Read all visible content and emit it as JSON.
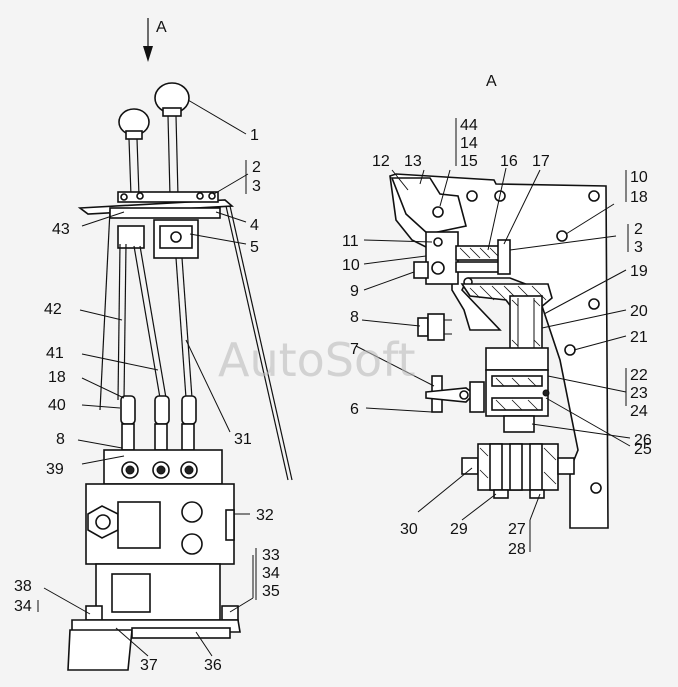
{
  "view_arrow_label": "A",
  "section_title": "A",
  "watermark": "AutoSoft",
  "left_callouts": [
    "1",
    "2",
    "3",
    "4",
    "5",
    "43",
    "42",
    "41",
    "18",
    "40",
    "31",
    "8",
    "39",
    "32",
    "33",
    "34",
    "35",
    "38",
    "34",
    "37",
    "36"
  ],
  "right_callouts": [
    "44",
    "14",
    "15",
    "12",
    "13",
    "16",
    "17",
    "10",
    "18",
    "11",
    "2",
    "3",
    "10",
    "9",
    "19",
    "20",
    "8",
    "21",
    "7",
    "22",
    "23",
    "24",
    "6",
    "25",
    "26",
    "30",
    "29",
    "27",
    "28"
  ],
  "labels": {
    "l1": "1",
    "l2": "2",
    "l3": "3",
    "l4": "4",
    "l5": "5",
    "l43": "43",
    "l42": "42",
    "l41": "41",
    "l18": "18",
    "l40": "40",
    "l31": "31",
    "l8": "8",
    "l39": "39",
    "l32": "32",
    "l33": "33",
    "l34": "34",
    "l35": "35",
    "l38": "38",
    "l34b": "34",
    "l37": "37",
    "l36": "36",
    "r44": "44",
    "r14": "14",
    "r15": "15",
    "r12": "12",
    "r13": "13",
    "r16": "16",
    "r17": "17",
    "r10": "10",
    "r18": "18",
    "r11": "11",
    "r2": "2",
    "r3": "3",
    "r10b": "10",
    "r9": "9",
    "r19": "19",
    "r20": "20",
    "r8": "8",
    "r21": "21",
    "r7": "7",
    "r22": "22",
    "r23": "23",
    "r24": "24",
    "r6": "6",
    "r25": "25",
    "r26": "26",
    "r30": "30",
    "r29": "29",
    "r27": "27",
    "r28": "28"
  }
}
